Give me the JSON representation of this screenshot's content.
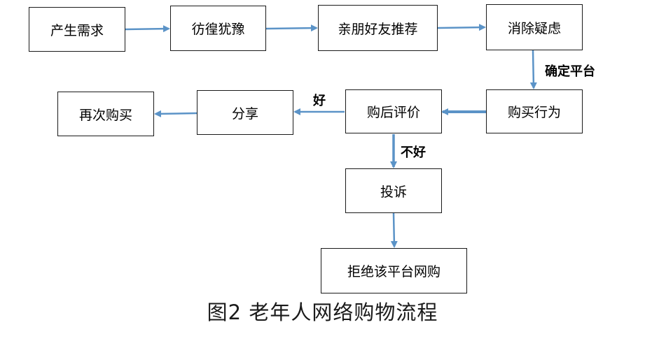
{
  "diagram": {
    "nodes": {
      "need": "产生需求",
      "hesitate": "彷徨犹豫",
      "recommend": "亲朋好友推荐",
      "dispel": "消除疑虑",
      "buy": "购买行为",
      "review": "购后评价",
      "share": "分享",
      "rebuy": "再次购买",
      "complain": "投诉",
      "reject": "拒绝该平台网购"
    },
    "edge_labels": {
      "confirm_platform": "确定平台",
      "good": "好",
      "bad": "不好"
    },
    "arrow_color": "#5b93c7",
    "border_color": "#1a1a1a"
  },
  "caption": "图2  老年人网络购物流程"
}
